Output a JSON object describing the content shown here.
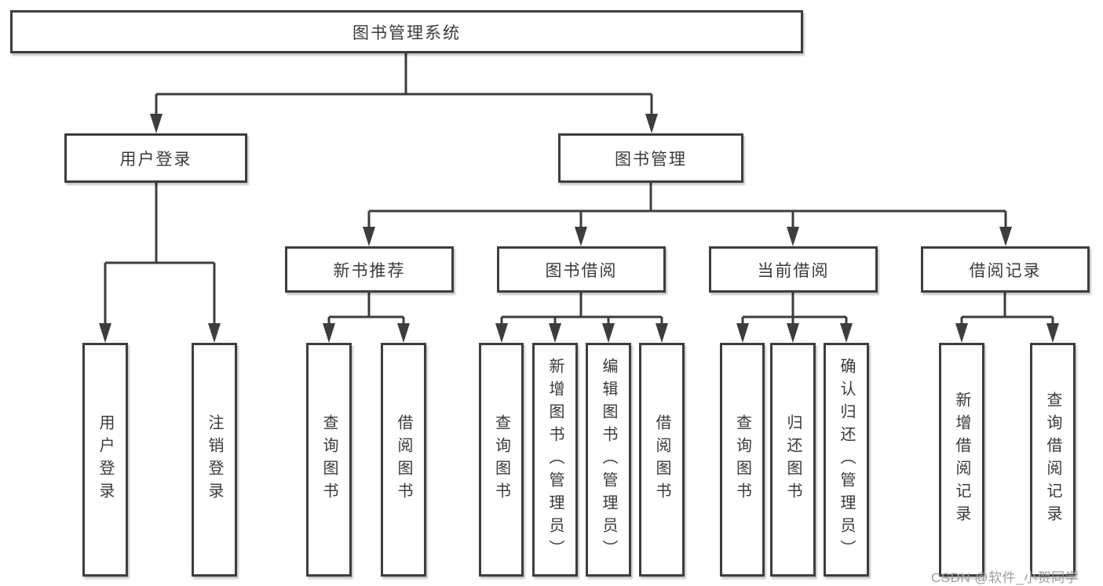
{
  "diagram": {
    "root": {
      "label": "图书管理系统"
    },
    "branches": [
      {
        "label": "用户登录",
        "children": [
          {
            "label": "用户登录"
          },
          {
            "label": "注销登录"
          }
        ]
      },
      {
        "label": "图书管理",
        "children": [
          {
            "label": "新书推荐",
            "children": [
              {
                "label": "查询图书"
              },
              {
                "label": "借阅图书"
              }
            ]
          },
          {
            "label": "图书借阅",
            "children": [
              {
                "label": "查询图书"
              },
              {
                "label": "新增图书（管理员）"
              },
              {
                "label": "编辑图书（管理员）"
              },
              {
                "label": "借阅图书"
              }
            ]
          },
          {
            "label": "当前借阅",
            "children": [
              {
                "label": "查询图书"
              },
              {
                "label": "归还图书"
              },
              {
                "label": "确认归还（管理员）"
              }
            ]
          },
          {
            "label": "借阅记录",
            "children": [
              {
                "label": "新增借阅记录"
              },
              {
                "label": "查询借阅记录"
              }
            ]
          }
        ]
      }
    ]
  },
  "watermark": {
    "text": "CSDN @软件_小贺同学",
    "color": "#9e9e9e"
  },
  "colors": {
    "line": "#3d3d3d",
    "box_border": "#3d3d3d",
    "box_fill": "#ffffff",
    "text": "#3a3a3a",
    "background": "#ffffff"
  }
}
